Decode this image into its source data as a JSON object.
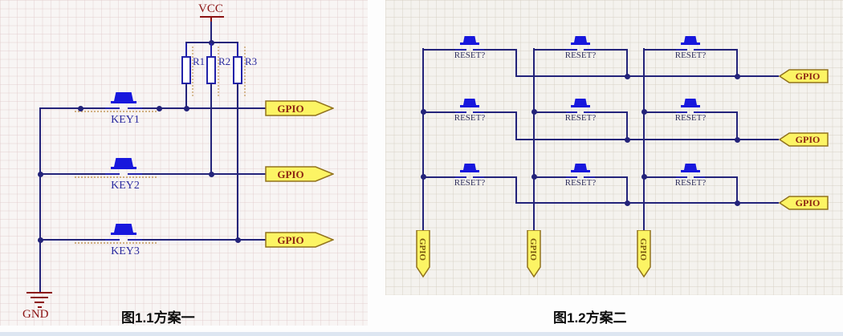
{
  "figure": {
    "left": {
      "power_label": "VCC",
      "ground_label": "GND",
      "resistors": [
        "R1",
        "R2",
        "R3"
      ],
      "keys": [
        "KEY1",
        "KEY2",
        "KEY3"
      ],
      "gpio_ports": [
        "GPIO",
        "GPIO",
        "GPIO"
      ],
      "caption": "图1.1方案一"
    },
    "right": {
      "key_labels": [
        [
          "RESET?",
          "RESET?",
          "RESET?"
        ],
        [
          "RESET?",
          "RESET?",
          "RESET?"
        ],
        [
          "RESET?",
          "RESET?",
          "RESET?"
        ]
      ],
      "row_ports": [
        "GPIO",
        "GPIO",
        "GPIO"
      ],
      "column_ports": [
        "GPIO",
        "GPIO",
        "GPIO"
      ],
      "caption": "图1.2方案二"
    },
    "colors": {
      "wire": "#23237a",
      "component": "#2222aa",
      "key_cap": "#1717dd",
      "flag_fill": "#fcf464",
      "flag_border": "#91721c",
      "port_text": "#8c2412",
      "power_text": "#8b1212"
    }
  }
}
